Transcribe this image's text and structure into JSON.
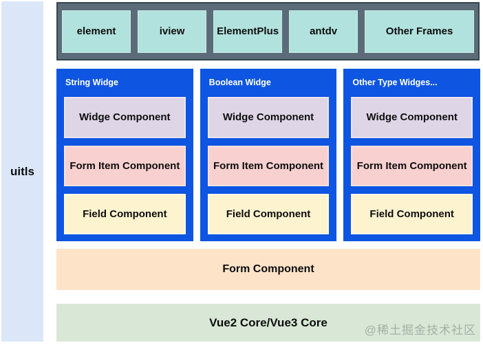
{
  "sidebar": {
    "label": "uitls"
  },
  "frames_bar": {
    "items": [
      "element",
      "iview",
      "ElementPlus",
      "antdv",
      "Other Frames"
    ]
  },
  "widget_columns": [
    {
      "title": "String Widge",
      "widge": "Widge Component",
      "form_item": "Form Item Component",
      "field": "Field Component"
    },
    {
      "title": "Boolean Widge",
      "widge": "Widge Component",
      "form_item": "Form Item Component",
      "field": "Field Component"
    },
    {
      "title": "Other Type Widges...",
      "widge": "Widge Component",
      "form_item": "Form Item Component",
      "field": "Field Component"
    }
  ],
  "form_bar": {
    "label": "Form Component"
  },
  "core_bar": {
    "label": "Vue2 Core/Vue3 Core"
  },
  "watermark": {
    "label": "@稀土掘金技术社区"
  },
  "colors": {
    "sidebar_bg": "#dbe6f8",
    "frames_bar_bg": "#5b6c78",
    "frames_bar_border": "#36454f",
    "frame_box_bg": "#b2e2de",
    "column_bg": "#0e55e1",
    "column_title_text": "#ffffff",
    "widge_box_bg": "#ded5e6",
    "form_item_box_bg": "#f9d0d0",
    "field_box_bg": "#fdf3cf",
    "form_bar_bg": "#fde3c8",
    "core_bar_bg": "#d9e8d6",
    "watermark_text": "#9aa79c"
  }
}
